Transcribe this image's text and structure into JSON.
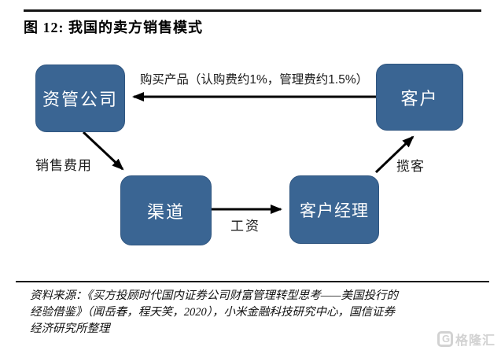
{
  "figure": {
    "title": "图 12: 我国的卖方销售模式"
  },
  "diagram": {
    "type": "flowchart",
    "node_color": "#3a6593",
    "node_text_color": "#ffffff",
    "arrow_color": "#000000",
    "nodes": [
      {
        "id": "asset-manager",
        "label": "资管公司"
      },
      {
        "id": "customer",
        "label": "客户"
      },
      {
        "id": "channel",
        "label": "渠道"
      },
      {
        "id": "account-manager",
        "label": "客户经理"
      }
    ],
    "edges": [
      {
        "from": "customer",
        "to": "asset-manager",
        "label": "购买产品（认购费约1%，管理费约1.5%）"
      },
      {
        "from": "asset-manager",
        "to": "channel",
        "label": "销售费用"
      },
      {
        "from": "channel",
        "to": "account-manager",
        "label": "工资"
      },
      {
        "from": "account-manager",
        "to": "customer",
        "label": "揽客"
      }
    ]
  },
  "source": {
    "lines": [
      "资料来源：《买方投顾时代国内证券公司财富管理转型思考——美国投行的",
      "经验借鉴》（闻岳春，程天笑，2020），小米金融科技研究中心，国信证券",
      "经济研究所整理"
    ]
  },
  "watermark": {
    "logo_letter": "G",
    "brand": "格隆汇"
  }
}
